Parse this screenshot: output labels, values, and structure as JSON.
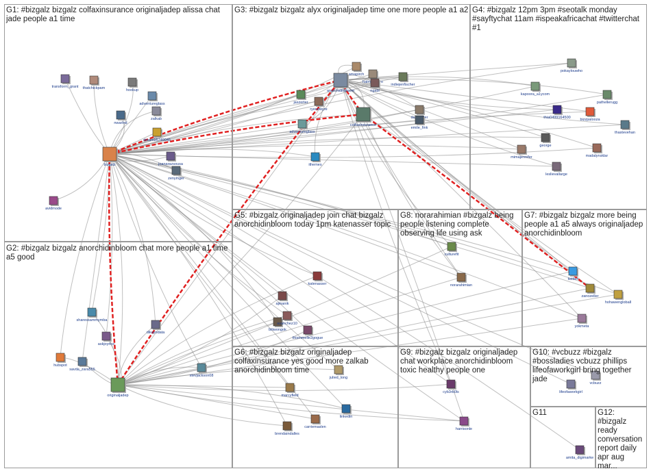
{
  "groups": [
    {
      "id": "G1",
      "label": "G1: #bizgalz bizgalz colfaxinsurance originaljadep alissa chat jade people a1 time"
    },
    {
      "id": "G3",
      "label": "G3: #bizgalz bizgalz alyx originaljadep time one more people a1 a2"
    },
    {
      "id": "G4",
      "label": "G4: #bizgalz 12pm 3pm #seotalk monday #sayftychat 11am #ispeakafricachat #twitterchat #1"
    },
    {
      "id": "G5",
      "label": "G5: #bizgalz originaljadep join chat bizgalz anorchidinbloom today 1pm katenasser topic"
    },
    {
      "id": "G8",
      "label": "G8: norarahimian #bizgalz being people listening complete observing life using ask"
    },
    {
      "id": "G7",
      "label": "G7: #bizgalz bizgalz more being people a1 a5 always originaljadep anorchidinbloom"
    },
    {
      "id": "G2",
      "label": "G2: #bizgalz bizgalz anorchidinbloom chat more people a1 time a5 good"
    },
    {
      "id": "G6",
      "label": "G6: #bizgalz bizgalz originaljadep colfaxinsurance yes good more zalkab anorchidinbloom time"
    },
    {
      "id": "G9",
      "label": "G9: #bizgalz bizgalz originaljadep chat workplace anorchidinbloom toxic healthy people one"
    },
    {
      "id": "G10",
      "label": "G10: #vcbuzz #bizgalz #bossladies vcbuzz phillips lifeofaworkgirl bring together jade"
    },
    {
      "id": "G11",
      "label": "G11"
    },
    {
      "id": "G12",
      "label": "G12: #bizgalz ready conversation report daily apr aug mar..."
    }
  ],
  "nodes": [
    {
      "id": "bizgalz",
      "label": "bizgalz",
      "group": "G1",
      "color": "#d9824a",
      "hub": true
    },
    {
      "id": "originaljadep",
      "label": "originaljadep",
      "group": "G2",
      "color": "#6a9a5a",
      "hub": true
    },
    {
      "id": "anorchidinbloom",
      "label": "anorchidinbloom",
      "group": "G3",
      "color": "#7a8aa0",
      "hub": true
    },
    {
      "id": "colfaxinsurance",
      "label": "colfaxinsurance",
      "group": "G3",
      "color": "#5a7a6a",
      "hub": true
    },
    {
      "id": "zalkab",
      "label": "zalkab",
      "group": "G1",
      "color": "#8a8a9a"
    },
    {
      "id": "thatchickpam",
      "label": "thatchickpam",
      "group": "G1",
      "color": "#b08a7a"
    },
    {
      "id": "transform_grant",
      "label": "transform_grant",
      "group": "G1",
      "color": "#7a6a9a"
    },
    {
      "id": "adventureglass",
      "label": "adventureglass",
      "group": "G1",
      "color": "#6a8aaa"
    },
    {
      "id": "nwarlnd",
      "label": "nwarlnd",
      "group": "G1",
      "color": "#4a6a8a"
    },
    {
      "id": "joanarazsousa",
      "label": "joanarazsousa",
      "group": "G1",
      "color": "#6a5a8a"
    },
    {
      "id": "zenyinger",
      "label": "zenyinger",
      "group": "G1",
      "color": "#5a6a7a"
    },
    {
      "id": "dream95749045",
      "label": "dream95749045",
      "group": "G1",
      "color": "#c9a030"
    },
    {
      "id": "avidmode",
      "label": "avidmode",
      "group": "G1",
      "color": "#9a4a8a"
    },
    {
      "id": "hookup",
      "label": "hookup",
      "group": "G1",
      "color": "#7a7a7a"
    },
    {
      "id": "jaszerter",
      "label": "jaszerter",
      "group": "G3",
      "color": "#5a8a5a"
    },
    {
      "id": "ryenewyre",
      "label": "ryenewyre",
      "group": "G3",
      "color": "#8a6a5a"
    },
    {
      "id": "amapirch",
      "label": "amapirch",
      "group": "G3",
      "color": "#aa8a6a"
    },
    {
      "id": "halmshapiro",
      "label": "halmshapiro",
      "group": "G3",
      "color": "#9a8a7a"
    },
    {
      "id": "indiejenfischer",
      "label": "indiejenfischer",
      "group": "G3",
      "color": "#6a7a5a"
    },
    {
      "id": "ngabl",
      "label": "ngabl",
      "group": "G3",
      "color": "#7a5a5a"
    },
    {
      "id": "adventureglass2",
      "label": "adventureglass",
      "group": "G3",
      "color": "#6a9a9a"
    },
    {
      "id": "ithemes",
      "label": "ithemes",
      "group": "G3",
      "color": "#2a8ac0"
    },
    {
      "id": "danajlister",
      "label": "danajlister",
      "group": "G3",
      "color": "#8a7a6a"
    },
    {
      "id": "emile_fink",
      "label": "emile_fink",
      "group": "G3",
      "color": "#4a5a6a"
    },
    {
      "id": "pokaylouwho",
      "label": "pokaylouwho",
      "group": "G4",
      "color": "#8a9a8a"
    },
    {
      "id": "kapoora",
      "label": "kapoora_a1ycom",
      "group": "G4",
      "color": "#7a9a7a"
    },
    {
      "id": "thia",
      "label": "thia0499164500",
      "group": "G4",
      "color": "#3a2a8a"
    },
    {
      "id": "bizzpalooza",
      "label": "bizzpalooza",
      "group": "G4",
      "color": "#e05a3a"
    },
    {
      "id": "pathelleruggg",
      "label": "pathellerugg",
      "group": "G4",
      "color": "#6a8a6a"
    },
    {
      "id": "thastevehan",
      "label": "thastevehan",
      "group": "G4",
      "color": "#5a7a8a"
    },
    {
      "id": "mimajennifer",
      "label": "mimajennifer",
      "group": "G4",
      "color": "#9a7a6a"
    },
    {
      "id": "madalynsklar",
      "label": "madalynsklar",
      "group": "G4",
      "color": "#9a6a5a"
    },
    {
      "id": "leslievallarge",
      "label": "leslievallarge",
      "group": "G4",
      "color": "#7a6a7a"
    },
    {
      "id": "george",
      "label": "george",
      "group": "G4",
      "color": "#5a5a5a"
    },
    {
      "id": "katenasser",
      "label": "katenasser",
      "group": "G5",
      "color": "#8a3a3a"
    },
    {
      "id": "ajmanik",
      "label": "ajmanik",
      "group": "G5",
      "color": "#7a4a4a"
    },
    {
      "id": "biliwongok",
      "label": "biliwongok",
      "group": "G5",
      "color": "#6a5a4a"
    },
    {
      "id": "ssanchez",
      "label": "asanchez10",
      "group": "G5",
      "color": "#8a5a5a"
    },
    {
      "id": "thismmelle",
      "label": "thismmelle2gogue",
      "group": "G5",
      "color": "#7a4a6a"
    },
    {
      "id": "norarahimian",
      "label": "norarahimian",
      "group": "G8",
      "color": "#8a6a4a"
    },
    {
      "id": "culturefit",
      "label": "culturefit",
      "group": "G8",
      "color": "#6a8a4a"
    },
    {
      "id": "zanozeller",
      "label": "zanozeller",
      "group": "G7",
      "color": "#a08a3a"
    },
    {
      "id": "hohawengloball",
      "label": "hohawengloball",
      "group": "G7",
      "color": "#c0a040"
    },
    {
      "id": "yokmeta",
      "label": "yokmeta",
      "group": "G7",
      "color": "#9a7a9a"
    },
    {
      "id": "twitter",
      "label": "twitter",
      "group": "G7",
      "color": "#3a9ae0"
    },
    {
      "id": "sharesmurnity",
      "label": "sharessammymba",
      "group": "G2",
      "color": "#4a8aaa"
    },
    {
      "id": "hubspot",
      "label": "hubspot",
      "group": "G2",
      "color": "#e07a3a"
    },
    {
      "id": "savda",
      "label": "savda_zara555",
      "group": "G2",
      "color": "#5a7a9a"
    },
    {
      "id": "dikayodata",
      "label": "dikayodata",
      "group": "G2",
      "color": "#6a6a8a"
    },
    {
      "id": "stevjackson",
      "label": "stevjackson08",
      "group": "G2",
      "color": "#5a8a9a"
    },
    {
      "id": "askjoyrice",
      "label": "askjoyrice",
      "group": "G2",
      "color": "#7a5a8a"
    },
    {
      "id": "marcyfield",
      "label": "marcyfield",
      "group": "G6",
      "color": "#9a7a4a"
    },
    {
      "id": "julied_long",
      "label": "julied_long",
      "group": "G6",
      "color": "#b09a6a"
    },
    {
      "id": "brendaindalles",
      "label": "brendaindalles",
      "group": "G6",
      "color": "#7a5a3a"
    },
    {
      "id": "carriemaslen",
      "label": "carriemaslen",
      "group": "G6",
      "color": "#9a6a4a"
    },
    {
      "id": "linkedin",
      "label": "linkedin",
      "group": "G6",
      "color": "#2a6aa0"
    },
    {
      "id": "harrisonle",
      "label": "harrisonle",
      "group": "G9",
      "color": "#8a4a8a"
    },
    {
      "id": "cyb",
      "label": "cyb3rb0ls",
      "group": "G9",
      "color": "#6a3a6a"
    },
    {
      "id": "lifeofaworkgirl",
      "label": "lifeofaworkgirl",
      "group": "G10",
      "color": "#7a7a9a"
    },
    {
      "id": "vcbuzz",
      "label": "vcbuzz",
      "group": "G10",
      "color": "#9a9aaa"
    },
    {
      "id": "amita",
      "label": "amita_digimarke",
      "group": "G11",
      "color": "#6a4a7a"
    }
  ]
}
